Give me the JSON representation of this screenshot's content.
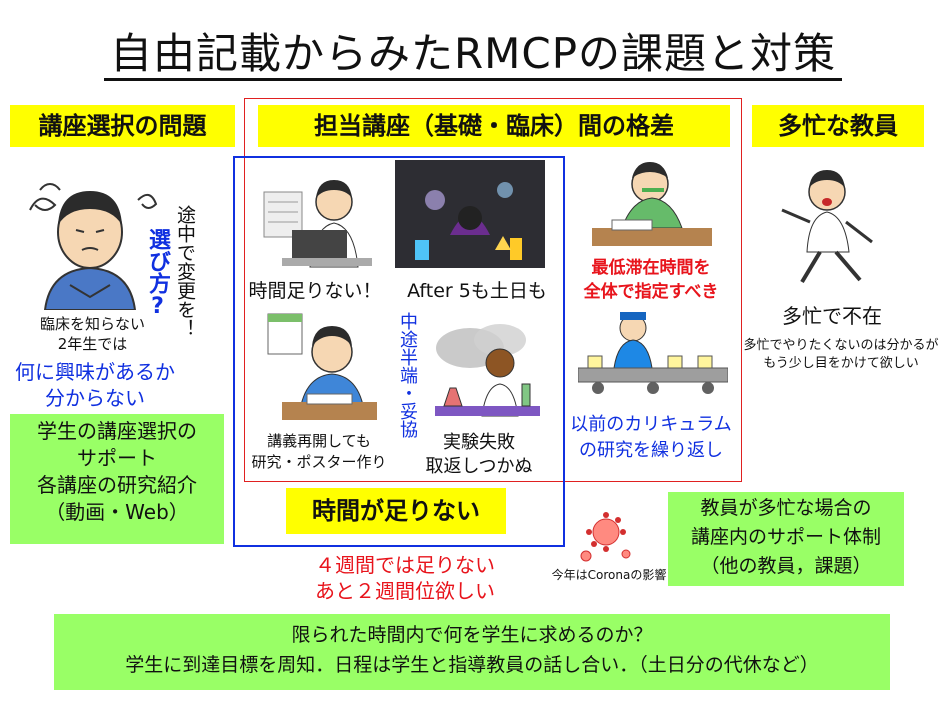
{
  "title": "自由記載からみたRMCPの課題と対策",
  "headers": {
    "course_selection": "講座選択の問題",
    "gap": "担当講座（基礎・臨床）間の格差",
    "busy": "多忙な教員"
  },
  "left": {
    "vertical_text": "途中で変更を！",
    "vertical_question": "選び方?",
    "note_line1": "臨床を知らない",
    "note_line2": "2年生では",
    "blue_line1": "何に興味があるか",
    "blue_line2": "分からない",
    "green_line1": "学生の講座選択の",
    "green_line2": "サポート",
    "green_line3": "各講座の研究紹介",
    "green_line4": "（動画・Web）"
  },
  "center": {
    "caption_not_enough": "時間足りない！",
    "caption_after5": "After 5も土日も",
    "vertical_compromise": "中途半端・妥協",
    "caption_resume_line1": "講義再開しても",
    "caption_resume_line2": "研究・ポスター作り",
    "caption_fail_line1": "実験失敗",
    "caption_fail_line2": "取返しつかぬ",
    "time_box": "時間が足りない",
    "red_line1": "４週間では足りない",
    "red_line2": "あと２週間位欲しい"
  },
  "right_mid": {
    "red_line1": "最低滞在時間を",
    "red_line2": "全体で指定すべき",
    "blue_line1": "以前のカリキュラム",
    "blue_line2": "の研究を繰り返し",
    "corona": "今年はCoronaの影響"
  },
  "far_right": {
    "absent": "多忙で不在",
    "note_line1": "多忙でやりたくないのは分かるが",
    "note_line2": "もう少し目をかけて欲しい",
    "green_line1": "教員が多忙な場合の",
    "green_line2": "講座内のサポート体制",
    "green_line3": "（他の教員，課題）"
  },
  "bottom": {
    "line1": "限られた時間内で何を学生に求めるのか？",
    "line2": "学生に到達目標を周知．日程は学生と指導教員の話し合い．（土日分の代休など）"
  },
  "colors": {
    "yellow": "#ffff00",
    "green": "#99ff66",
    "red": "#e8141c",
    "blue": "#1030e0"
  }
}
